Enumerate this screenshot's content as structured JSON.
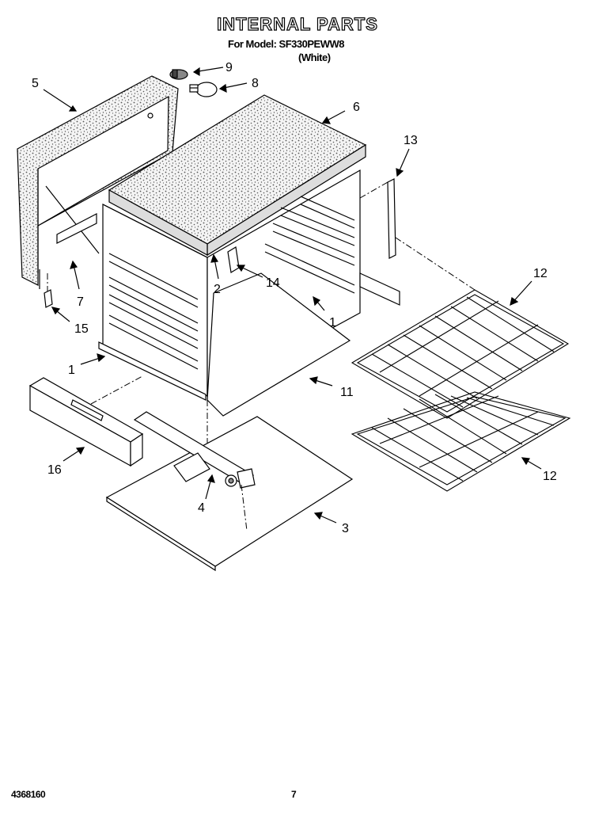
{
  "header": {
    "title": "INTERNAL PARTS",
    "model": "For Model: SF330PEWW8",
    "color": "(White)"
  },
  "callouts": [
    "5",
    "9",
    "8",
    "6",
    "13",
    "7",
    "2",
    "14",
    "1",
    "12",
    "15",
    "1",
    "11",
    "12",
    "16",
    "4",
    "3"
  ],
  "footer": {
    "doc_number": "4368160",
    "page_number": "7"
  }
}
